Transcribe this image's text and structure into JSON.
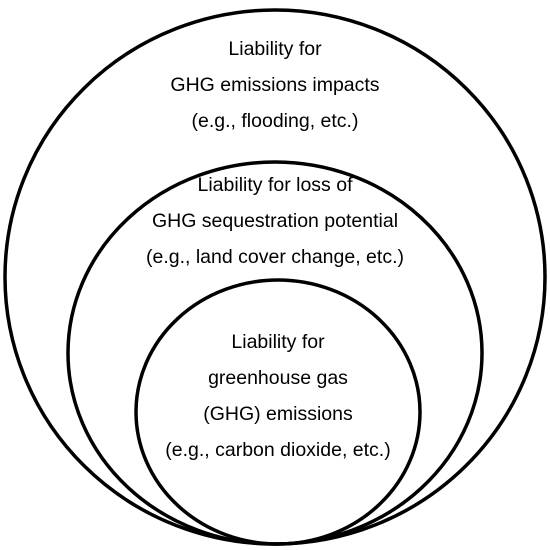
{
  "diagram": {
    "outer": {
      "lines": [
        "Liability for",
        "GHG emissions impacts",
        "(e.g., flooding, etc.)"
      ]
    },
    "middle": {
      "lines": [
        "Liability for loss of",
        "GHG sequestration potential",
        "(e.g., land cover change, etc.)"
      ]
    },
    "inner": {
      "lines": [
        "Liability for",
        "greenhouse gas",
        "(GHG) emissions",
        "(e.g., carbon dioxide, etc.)"
      ]
    }
  },
  "colors": {
    "stroke": "#000000",
    "text": "#000000",
    "background": "#ffffff"
  }
}
